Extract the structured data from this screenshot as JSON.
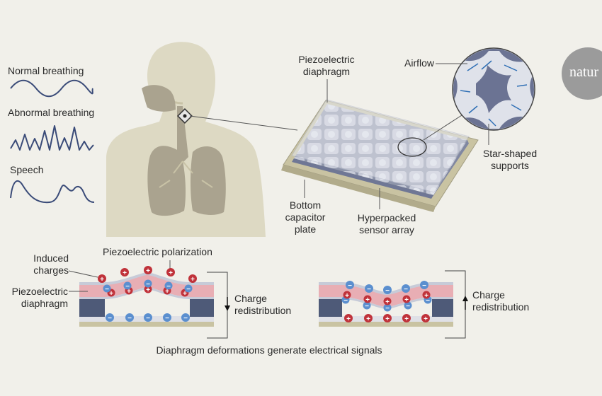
{
  "labels": {
    "normal_breathing": "Normal breathing",
    "abnormal_breathing": "Abnormal breathing",
    "speech": "Speech",
    "piezo_diaphragm_top": [
      "Piezoelectric",
      "diaphragm"
    ],
    "airflow": "Airflow",
    "star_supports": [
      "Star-shaped",
      "supports"
    ],
    "bottom_plate": [
      "Bottom",
      "capacitor",
      "plate"
    ],
    "sensor_array": [
      "Hyperpacked",
      "sensor array"
    ],
    "induced_charges": [
      "Induced",
      "charges"
    ],
    "piezo_polarization": "Piezoelectric polarization",
    "piezo_diaphragm_left": [
      "Piezoelectric",
      "diaphragm"
    ],
    "charge_redistribution_left": [
      "Charge",
      "redistribution"
    ],
    "charge_redistribution_right": [
      "Charge",
      "redistribution"
    ],
    "caption": "Diaphragm deformations generate electrical signals"
  },
  "logo": {
    "text": "natur"
  },
  "colors": {
    "background": "#f1f0ea",
    "skin": "#ddd9c3",
    "lung": "#aaa38f",
    "wave": "#3a4b78",
    "array_base": "#c9c3a2",
    "cell": "#c7cbd8",
    "pink_layer": "#e8aeb4",
    "electrode": "#4e5a78",
    "positive_charge": "#c0323a",
    "negative_charge": "#5b8fcf"
  }
}
